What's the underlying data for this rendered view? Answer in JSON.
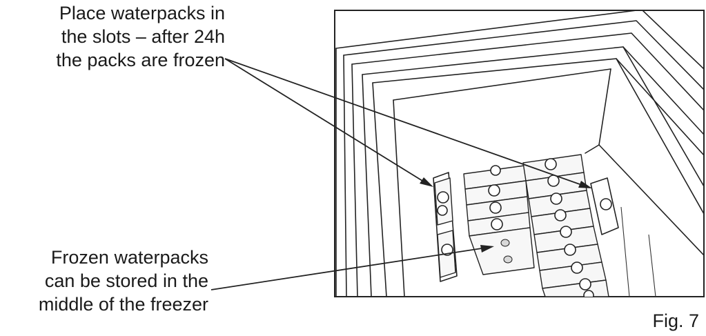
{
  "callouts": {
    "top": [
      "Place waterpacks in",
      "the slots – after 24h",
      "the packs are frozen"
    ],
    "bottom": [
      "Frozen waterpacks",
      "can be stored in the",
      "middle of the freezer"
    ]
  },
  "figure": {
    "label": "Fig. 7"
  }
}
